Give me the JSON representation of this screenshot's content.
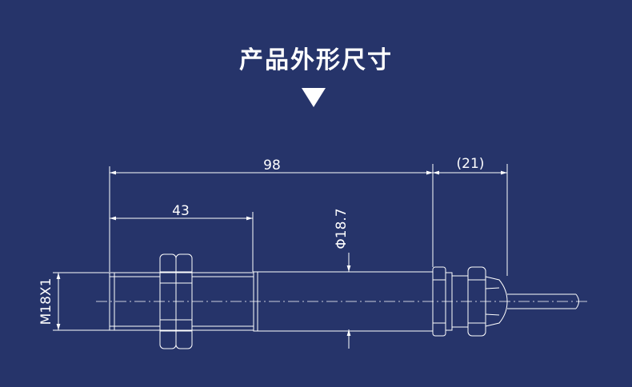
{
  "title": "产品外形尺寸",
  "dimensions": {
    "overall_length": "98",
    "thread_length": "43",
    "cable_gland_length": "(21)",
    "body_diameter": "Φ18.7",
    "thread_spec": "M18X1"
  },
  "colors": {
    "background": "#26346a",
    "line": "#ffffff"
  },
  "icons": [
    "triangle-down-icon"
  ]
}
